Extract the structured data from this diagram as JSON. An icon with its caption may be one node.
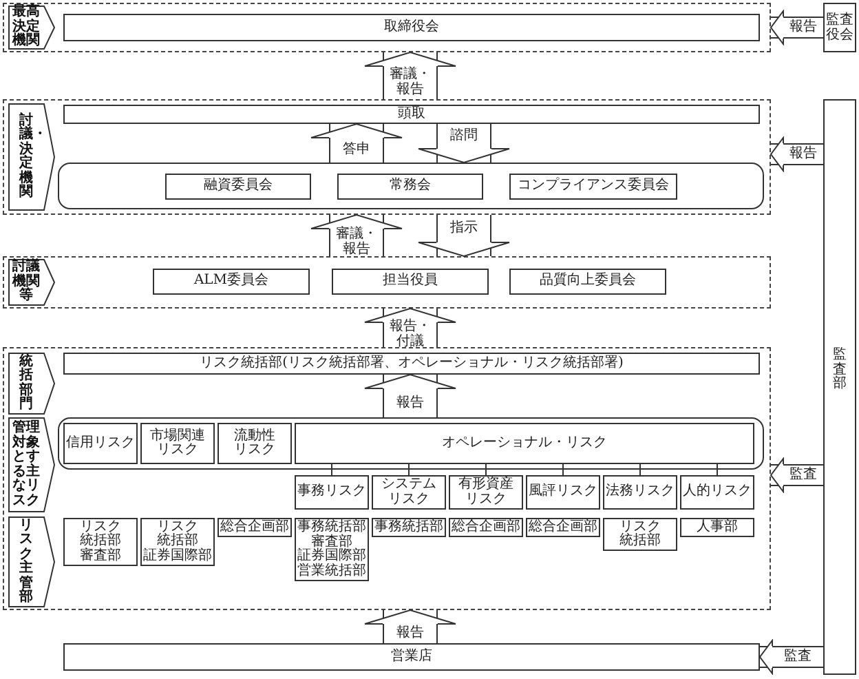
{
  "diagram": {
    "nodes": [
      {
        "text": [],
        "shape": "box"
      },
      {
        "text": [
          "最高決定機関"
        ],
        "in": 0
      },
      {
        "text": [
          "取締役会"
        ],
        "in": 0
      },
      {
        "text": [
          "監査役会"
        ]
      },
      {
        "text": [],
        "shape": "box"
      },
      {
        "text": [
          "討議・決定機関"
        ],
        "in": 4
      },
      {
        "text": [
          "頭取"
        ],
        "in": 4
      },
      {
        "text": [],
        "shape": "box",
        "in": 4
      },
      {
        "text": [
          "融資委員会"
        ],
        "in": 7
      },
      {
        "text": [
          "常務会"
        ],
        "in": 7
      },
      {
        "text": [
          "コンプライアンス委員会"
        ],
        "in": 7
      },
      {
        "text": [],
        "shape": "box"
      },
      {
        "text": [
          "討議機関等"
        ],
        "in": 11
      },
      {
        "text": [
          "ALM委員会"
        ],
        "in": 11
      },
      {
        "text": [
          "担当役員"
        ],
        "in": 11
      },
      {
        "text": [
          "品質向上委員会"
        ],
        "in": 11
      },
      {
        "text": [],
        "shape": "box"
      },
      {
        "text": [
          "統括部門"
        ],
        "in": 16
      },
      {
        "text": [
          "リスク統括部(リスク統括部署、オペレーショナル・リスク統括部署)"
        ],
        "in": 16
      },
      {
        "text": [
          "管理対象とする主なリスク"
        ],
        "in": 16
      },
      {
        "text": [],
        "shape": "box",
        "in": 16
      },
      {
        "text": [
          "信用リスク"
        ],
        "in": 20
      },
      {
        "text": [
          "市場関連リスク"
        ],
        "in": 20
      },
      {
        "text": [
          "流動性リスク"
        ],
        "in": 20
      },
      {
        "text": [
          "オペレーショナル・リスク"
        ],
        "in": 20
      },
      {
        "text": [
          "事務リスク"
        ],
        "in": 16
      },
      {
        "text": [
          "システムリスク"
        ],
        "in": 16
      },
      {
        "text": [
          "有形資産リスク"
        ],
        "in": 16
      },
      {
        "text": [
          "風評リスク"
        ],
        "in": 16
      },
      {
        "text": [
          "法務リスク"
        ],
        "in": 16
      },
      {
        "text": [
          "人的リスク"
        ],
        "in": 16
      },
      {
        "text": [
          "リスク主管部"
        ],
        "in": 16
      },
      {
        "text": [
          "リスク統括部",
          "審査部"
        ],
        "in": 16
      },
      {
        "text": [
          "リスク統括部",
          "証券国際部"
        ],
        "in": 16
      },
      {
        "text": [
          "総合企画部"
        ],
        "in": 16
      },
      {
        "text": [
          "事務統括部",
          "審査部",
          "証券国際部",
          "営業統括部"
        ],
        "in": 16
      },
      {
        "text": [
          "事務統括部"
        ],
        "in": 16
      },
      {
        "text": [
          "総合企画部"
        ],
        "in": 16
      },
      {
        "text": [
          "総合企画部"
        ],
        "in": 16
      },
      {
        "text": [
          "リスク統括部"
        ],
        "in": 16
      },
      {
        "text": [
          "人事部"
        ],
        "in": 16
      },
      {
        "text": [
          "営業店"
        ]
      },
      {
        "text": [
          "監査部"
        ]
      }
    ],
    "edges": [
      {
        "from": 3,
        "to": 0,
        "arrow": "to",
        "label": "報告"
      },
      {
        "from": 4,
        "to": 0,
        "arrow": "to",
        "label": "審議・報告"
      },
      {
        "from": 7,
        "to": 6,
        "arrow": "to",
        "label": "答申"
      },
      {
        "from": 6,
        "to": 7,
        "arrow": "to",
        "label": "諮問"
      },
      {
        "from": 11,
        "to": 4,
        "arrow": "to",
        "label": "審議・報告"
      },
      {
        "from": 4,
        "to": 11,
        "arrow": "to",
        "label": "指示"
      },
      {
        "from": 16,
        "to": 11,
        "arrow": "to",
        "label": "報告・付議"
      },
      {
        "from": 20,
        "to": 18,
        "arrow": "to",
        "label": "報告"
      },
      {
        "from": 41,
        "to": 16,
        "arrow": "to",
        "label": "報告"
      },
      {
        "from": 42,
        "to": 4,
        "arrow": "to",
        "label": "報告"
      },
      {
        "from": 42,
        "to": 16,
        "arrow": "to",
        "label": "監査"
      },
      {
        "from": 42,
        "to": 41,
        "arrow": "to",
        "label": "監査"
      },
      {
        "from": 24,
        "to": 25,
        "arrow": "none"
      },
      {
        "from": 24,
        "to": 26,
        "arrow": "none"
      },
      {
        "from": 24,
        "to": 27,
        "arrow": "none"
      },
      {
        "from": 24,
        "to": 28,
        "arrow": "none"
      },
      {
        "from": 24,
        "to": 29,
        "arrow": "none"
      },
      {
        "from": 24,
        "to": 30,
        "arrow": "none"
      }
    ]
  }
}
